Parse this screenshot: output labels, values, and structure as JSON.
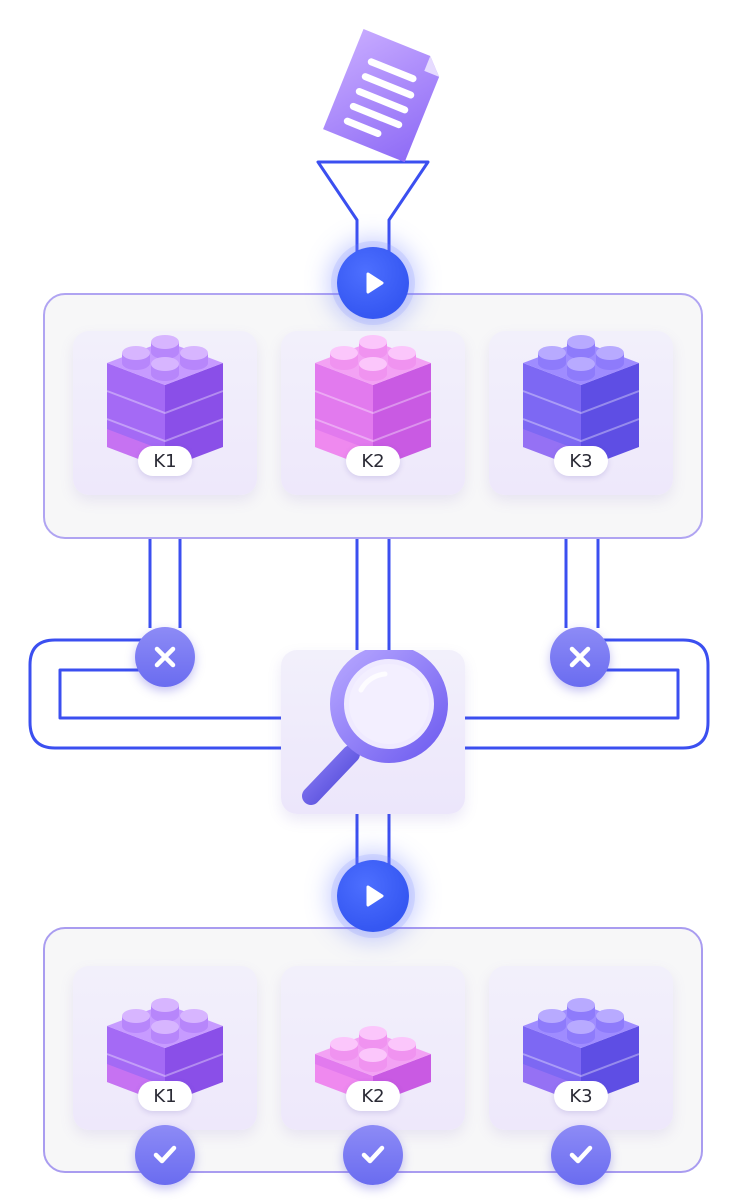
{
  "top_blocks": [
    {
      "label": "K1",
      "layers": 3,
      "color": "violet"
    },
    {
      "label": "K2",
      "layers": 3,
      "color": "pink"
    },
    {
      "label": "K3",
      "layers": 3,
      "color": "indigo"
    }
  ],
  "bottom_blocks": [
    {
      "label": "K1",
      "layers": 2,
      "color": "violet"
    },
    {
      "label": "K2",
      "layers": 1,
      "color": "pink"
    },
    {
      "label": "K3",
      "layers": 2,
      "color": "indigo"
    }
  ],
  "icons": {
    "document": "document-icon",
    "funnel": "funnel-icon",
    "play": "play-icon",
    "reject": "x-icon",
    "search": "magnifier-icon",
    "approve": "check-icon"
  },
  "colors": {
    "pipe": "#3b4ff0",
    "accent": "#3557f2",
    "badge": "#7370f2"
  }
}
